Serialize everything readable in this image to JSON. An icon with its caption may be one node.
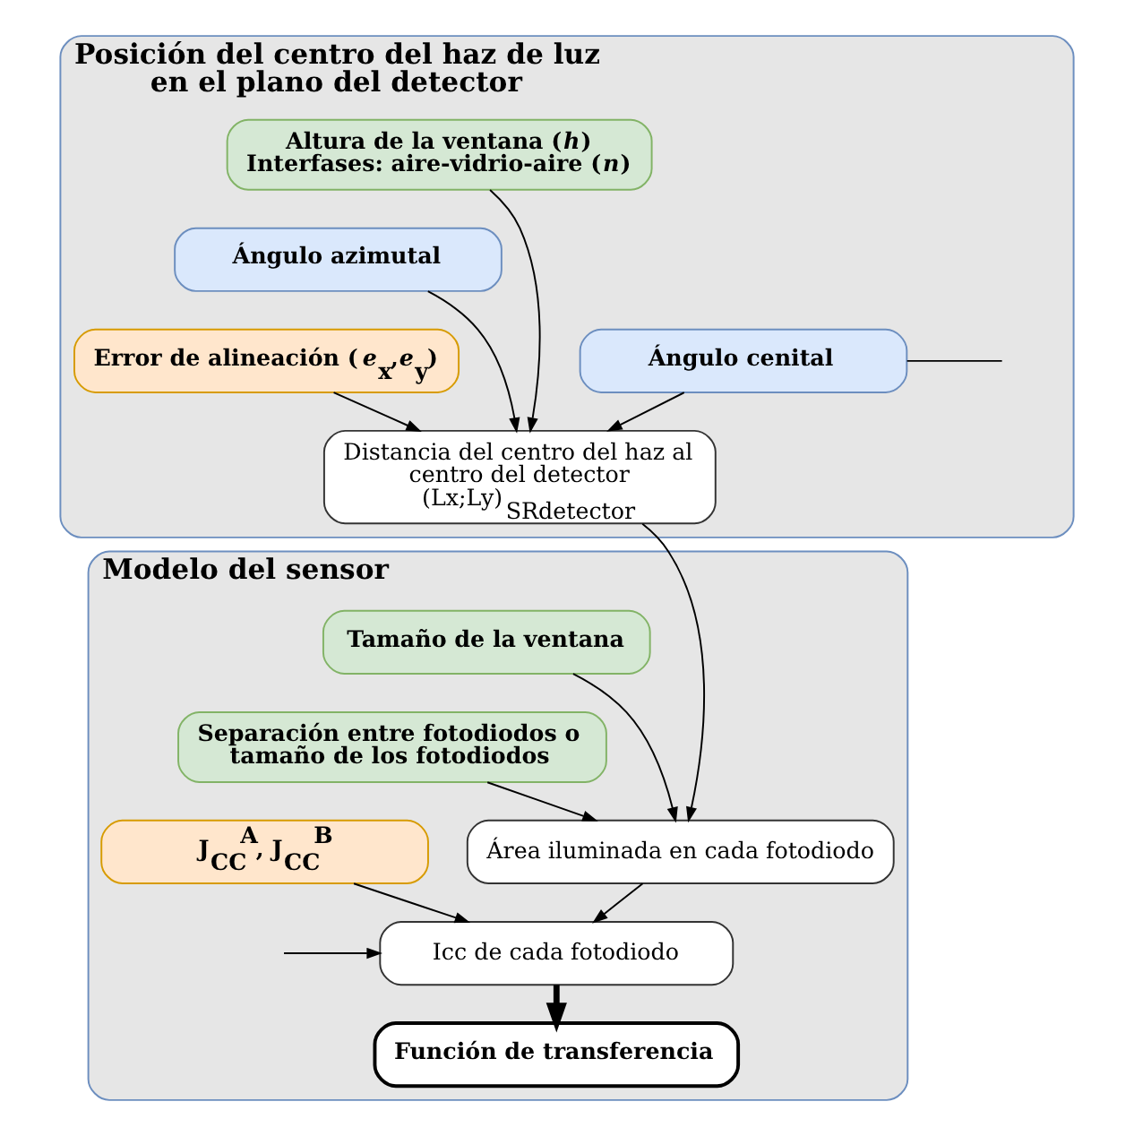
{
  "diagram": {
    "nodes": [
      {
        "text": [
          "Posición del centro del haz de luz en el plano del detector"
        ]
      },
      {
        "text": [
          "Ángulo cenital"
        ],
        "in": 0
      },
      {
        "text": [
          "Altura de la ventana (*h*)",
          "Interfases: aire-vidrio-aire (*n*)"
        ],
        "in": 0
      },
      {
        "text": [
          "Ángulo azimutal"
        ],
        "in": 0
      },
      {
        "text": [
          "Error de alineación (*e*$_{x}$,*e*$_{y}$)"
        ],
        "in": 0
      },
      {
        "text": [
          "Distancia del centro del haz al centro del detector (Lx;Ly)$_{SRdetector}$"
        ],
        "in": 0
      },
      {
        "text": [
          "Modelo del sensor"
        ]
      },
      {
        "text": [
          "Tamaño de la ventana"
        ],
        "in": 6
      },
      {
        "text": [
          "Separación entre fotodiodos o tamaño de los fotodiodos"
        ],
        "in": 6
      },
      {
        "text": [
          "Área iluminada en cada fotodiodo"
        ],
        "in": 6
      },
      {
        "text": [
          "J$_{CC}$$^{A}$, J$_{CC}$$^{B}$"
        ],
        "in": 6
      },
      {
        "text": [
          "Icc de cada fotodiodo"
        ],
        "in": 6
      },
      {
        "text": [
          "Función de transferencia"
        ],
        "in": 6
      }
    ],
    "edges": [
      {
        "from": 1,
        "to": null,
        "arrow": "none"
      },
      {
        "from": 2,
        "to": 5,
        "arrow": "to"
      },
      {
        "from": 3,
        "to": 5,
        "arrow": "to"
      },
      {
        "from": 4,
        "to": 5,
        "arrow": "to"
      },
      {
        "from": 1,
        "to": 5,
        "arrow": "to"
      },
      {
        "from": 5,
        "to": 9,
        "arrow": "to"
      },
      {
        "from": 7,
        "to": 9,
        "arrow": "to"
      },
      {
        "from": 8,
        "to": 9,
        "arrow": "to"
      },
      {
        "from": 9,
        "to": 11,
        "arrow": "to"
      },
      {
        "from": 10,
        "to": 11,
        "arrow": "to"
      },
      {
        "from": null,
        "to": 11,
        "arrow": "to"
      },
      {
        "from": 11,
        "to": 12,
        "arrow": "to",
        "style": "thick"
      }
    ]
  }
}
